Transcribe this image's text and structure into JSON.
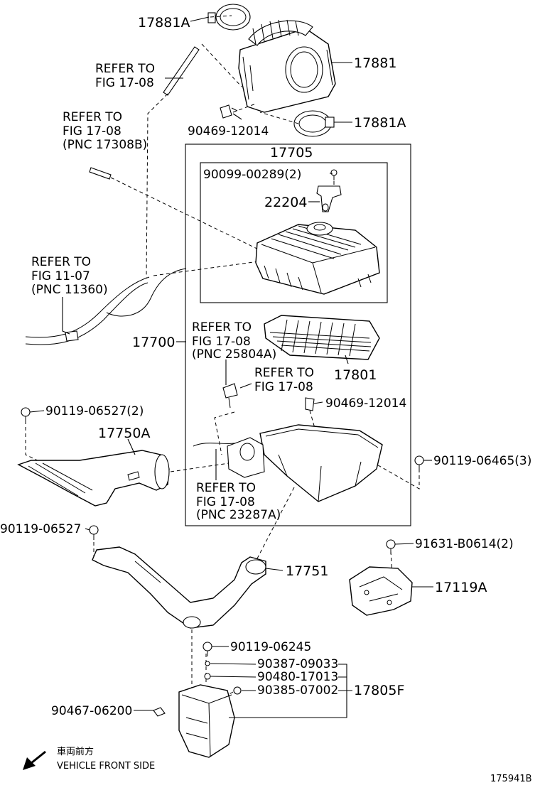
{
  "labels": {
    "p17881A_top": "17881A",
    "p17881": "17881",
    "p17881A_mid": "17881A",
    "refer_a": [
      "REFER TO",
      "FIG 17-08"
    ],
    "refer_b": [
      "REFER TO",
      "FIG 17-08",
      "(PNC 17308B)"
    ],
    "p90469_top": "90469-12014",
    "p17705": "17705",
    "p90099": "90099-00289(2)",
    "p22204": "22204",
    "refer_c": [
      "REFER TO",
      "FIG 11-07",
      "(PNC 11360)"
    ],
    "p17700": "17700",
    "refer_d": [
      "REFER TO",
      "FIG 17-08",
      "(PNC 25804A)"
    ],
    "p17801": "17801",
    "refer_e": [
      "REFER TO",
      "FIG 17-08"
    ],
    "p90469_mid": "90469-12014",
    "p90119_06527_2": "90119-06527(2)",
    "p17750A": "17750A",
    "p90119_06465": "90119-06465(3)",
    "refer_f": [
      "REFER TO",
      "FIG 17-08",
      "(PNC 23287A)"
    ],
    "p90119_06527": "90119-06527",
    "p91631": "91631-B0614(2)",
    "p17751": "17751",
    "p17119A": "17119A",
    "p90119_06245": "90119-06245",
    "p90387": "90387-09033",
    "p90480": "90480-17013",
    "p90385": "90385-07002",
    "p17805F": "17805F",
    "p90467": "90467-06200",
    "front_jp": "車両前方",
    "front_en": "VEHICLE FRONT SIDE",
    "figure_id": "175941B"
  },
  "icons": {
    "front_arrow": "arrow-down-left-icon"
  }
}
